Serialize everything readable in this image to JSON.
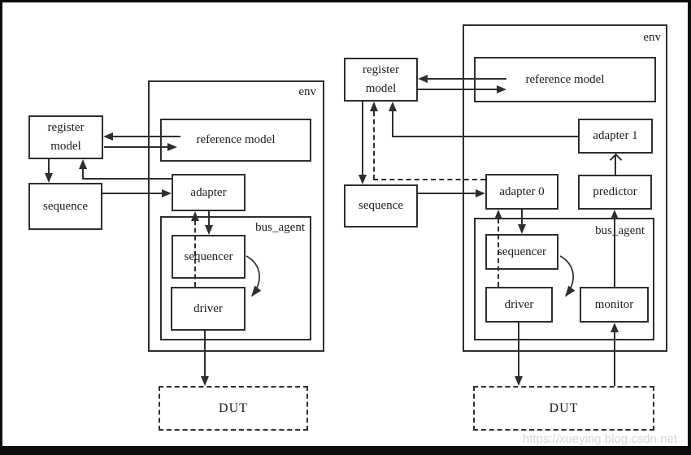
{
  "left": {
    "env": "env",
    "reference_model": "reference model",
    "adapter": "adapter",
    "bus_agent": "bus_agent",
    "sequencer": "sequencer",
    "driver": "driver",
    "register_model_line1": "register",
    "register_model_line2": "model",
    "sequence": "sequence",
    "dut": "DUT"
  },
  "right": {
    "env": "env",
    "reference_model": "reference model",
    "adapter1": "adapter 1",
    "adapter0": "adapter 0",
    "predictor": "predictor",
    "bus_agent": "bus_agent",
    "sequencer": "sequencer",
    "driver": "driver",
    "monitor": "monitor",
    "register_model_line1": "register",
    "register_model_line2": "model",
    "sequence": "sequence",
    "dut": "DUT"
  },
  "watermark": "https://xueying.blog.csdn.net",
  "colors": {
    "stroke": "#2e2e2e",
    "frame": "#0d0d0d",
    "background": "#ffffff",
    "watermark": "#d6d6d6"
  }
}
